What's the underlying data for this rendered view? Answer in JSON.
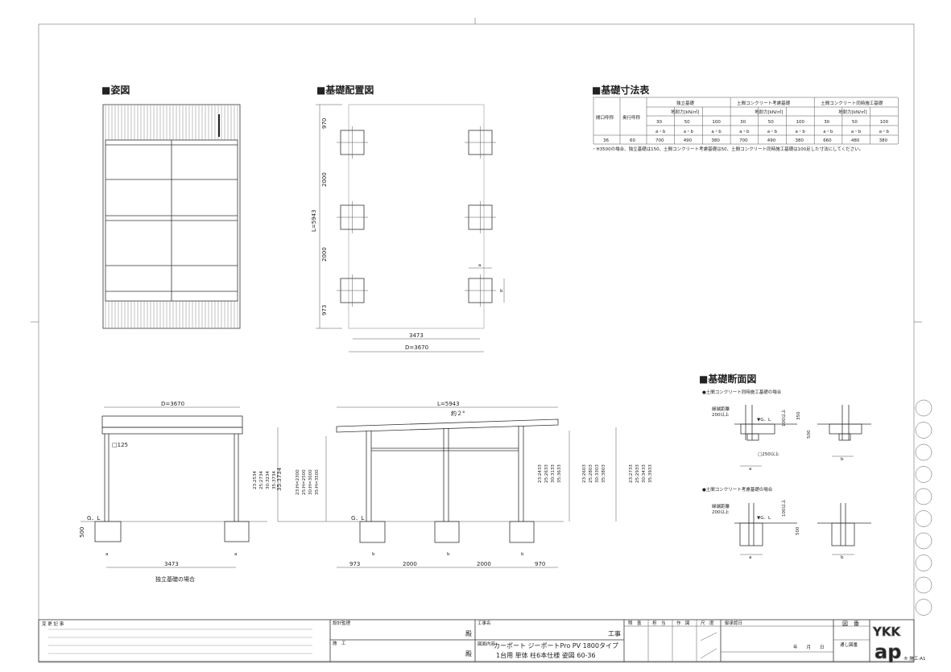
{
  "headings": {
    "elevation": "■姿図",
    "layout": "■基礎配置図",
    "table": "■基礎寸法表",
    "section": "■基礎断面図"
  },
  "layout_plan": {
    "dim_970": "970",
    "dim_2000a": "2000",
    "dim_L": "L=5943",
    "dim_2000b": "2000",
    "dim_973": "973",
    "dim_3473": "3473",
    "dim_D": "D=3670",
    "label_a": "a",
    "label_b": "b"
  },
  "foundation_table": {
    "col_width": "間口呼称",
    "col_depth": "奥行呼称",
    "groups": [
      "独立基礎",
      "土間コンクリート考慮基礎",
      "土間コンクリート同時施工基礎"
    ],
    "bearing_label": "地耐力[kN/㎡]",
    "bearing_values": [
      "30",
      "50",
      "100",
      "30",
      "50",
      "100",
      "30",
      "50",
      "100"
    ],
    "ab_label": "a・b",
    "row": {
      "width": "36",
      "depth": "60",
      "values": [
        "700",
        "490",
        "380",
        "700",
        "490",
        "380",
        "660",
        "480",
        "380"
      ]
    },
    "note": "・H3500の場合、独立基礎は150、土間コンクリート考慮基礎は50、土間コンクリート同時施工基礎は100足した寸法にしてください。"
  },
  "front_view": {
    "dim_D": "D=3670",
    "post": "□125",
    "gl": "G．L",
    "depth_500": "500",
    "a": "a",
    "span": "3473",
    "heights": [
      "23:2534",
      "25:2734",
      "30:3234",
      "35:3734"
    ],
    "caption": "独立基礎の場合"
  },
  "side_view": {
    "dim_L": "L=5943",
    "slope": "約２°",
    "overall": "35:3734",
    "clear_heights": [
      "23:H=2300",
      "25:H=2500",
      "30:H=3000",
      "35:H=3500"
    ],
    "mid_heights": [
      "23:2433",
      "25:2633",
      "30:3133",
      "35:3633"
    ],
    "rear_heights": [
      "23:2603",
      "25:2803",
      "30:3303",
      "35:3803"
    ],
    "right_heights": [
      "23:2733",
      "25:2933",
      "30:3433",
      "35:3933"
    ],
    "gl": "G．L",
    "b": "b",
    "spans": [
      "973",
      "2000",
      "2000",
      "970"
    ]
  },
  "sections": {
    "case1": "●土間コンクリート同時施工基礎の場合",
    "case2": "●土間コンクリート考慮基礎の場合",
    "edge": "縁端距離",
    "edge_val": "200以上",
    "gl": "▼G．L",
    "min100": "100以上",
    "d350": "350",
    "d500": "500",
    "sq250": "□250以上",
    "a": "a",
    "b": "b"
  },
  "title_block": {
    "revision": "変 更 記 事",
    "design": "設計監理",
    "construction": "施　工",
    "dono": "殿",
    "project_label": "工事名",
    "project_suffix": "工事",
    "content_label": "図面内容",
    "content_line1": "カーポート ジーポートPro PV 1800タイプ",
    "content_line2": "1台用 単体 柱6本仕様 姿図 60-36",
    "stamps": [
      "照　査",
      "担　当",
      "作　図",
      "尺　度"
    ],
    "approval": "御承認日",
    "date": "年　　月　　日",
    "drawing_no": "図　番",
    "serial_no": "通し図番",
    "logo": "YKK ap",
    "sheet": "® 施工-A1"
  }
}
